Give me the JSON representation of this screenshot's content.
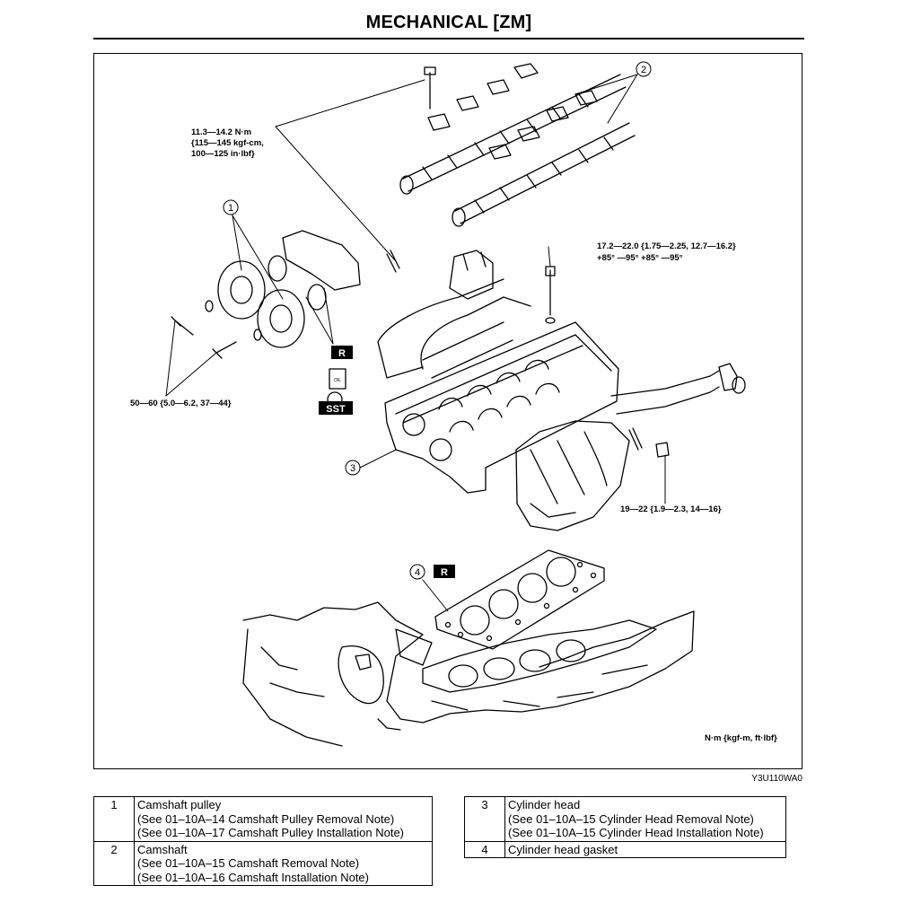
{
  "page": {
    "title": "MECHANICAL [ZM]"
  },
  "figure": {
    "code": "Y3U110WA0",
    "torque_units": "N·m {kgf-m, ft·lbf}",
    "torque_labels": {
      "camshaft_cap_bolt": [
        "11.3—14.2 N·m",
        "{115—145 kgf-cm,",
        "100—125 in·lbf}"
      ],
      "cylinder_head_bolt": [
        "17.2—22.0 {1.75—2.25, 12.7—16.2}",
        "+85° —95° +85° —95°"
      ],
      "pulley_bolt": [
        "50—60 {5.0—6.2, 37—44}"
      ],
      "manifold_nut": [
        "19—22 {1.9—2.3, 14—16}"
      ]
    },
    "callouts": [
      "1",
      "2",
      "3",
      "4"
    ],
    "badges": {
      "replace": "R",
      "sst": "SST",
      "oil": "OIL"
    }
  },
  "legend_left": [
    {
      "num": "1",
      "lines": [
        "Camshaft pulley",
        "(See 01–10A–14 Camshaft Pulley Removal Note)",
        "(See 01–10A–17 Camshaft Pulley Installation Note)"
      ]
    },
    {
      "num": "2",
      "lines": [
        "Camshaft",
        "(See 01–10A–15 Camshaft Removal Note)",
        "(See 01–10A–16 Camshaft Installation Note)"
      ]
    }
  ],
  "legend_right": [
    {
      "num": "3",
      "lines": [
        "Cylinder head",
        "(See 01–10A–15 Cylinder Head Removal Note)",
        "(See 01–10A–15 Cylinder Head Installation Note)"
      ]
    },
    {
      "num": "4",
      "lines": [
        "Cylinder head gasket"
      ]
    }
  ]
}
